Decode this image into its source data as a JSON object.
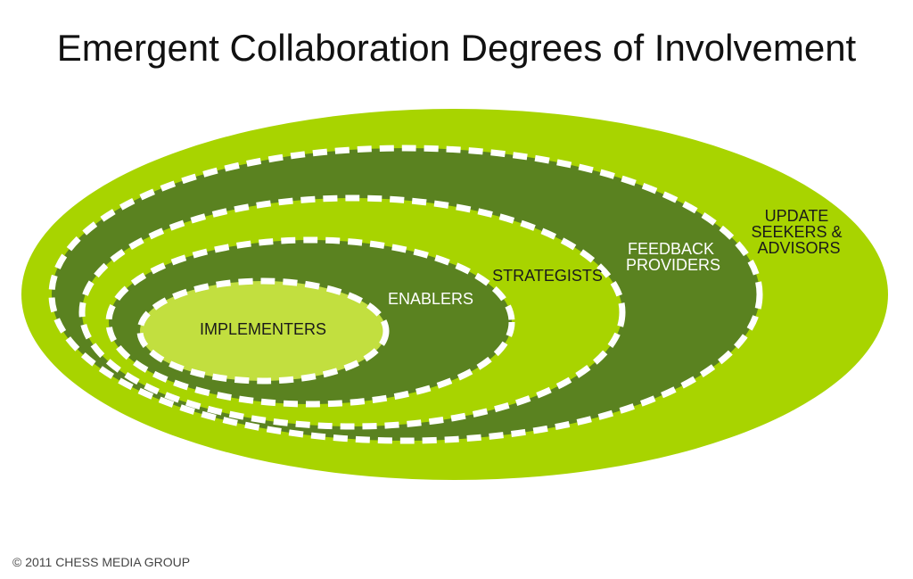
{
  "title": "Emergent Collaboration Degrees of Involvement",
  "footer": "© 2011 CHESS MEDIA GROUP",
  "colors": {
    "light_green": "#a8d400",
    "dark_green": "#5a8220",
    "pale_green": "#c2df3f",
    "dash": "#ffffff",
    "label_dark": "#1a1a1a",
    "label_light": "#ffffff"
  },
  "rings": [
    {
      "label_lines": [
        "UPDATE",
        "SEEKERS &",
        "ADVISORS"
      ]
    },
    {
      "label_lines": [
        "FEEDBACK",
        "PROVIDERS"
      ]
    },
    {
      "label_lines": [
        "STRATEGISTS"
      ]
    },
    {
      "label_lines": [
        "ENABLERS"
      ]
    },
    {
      "label_lines": [
        "IMPLEMENTERS"
      ]
    }
  ]
}
